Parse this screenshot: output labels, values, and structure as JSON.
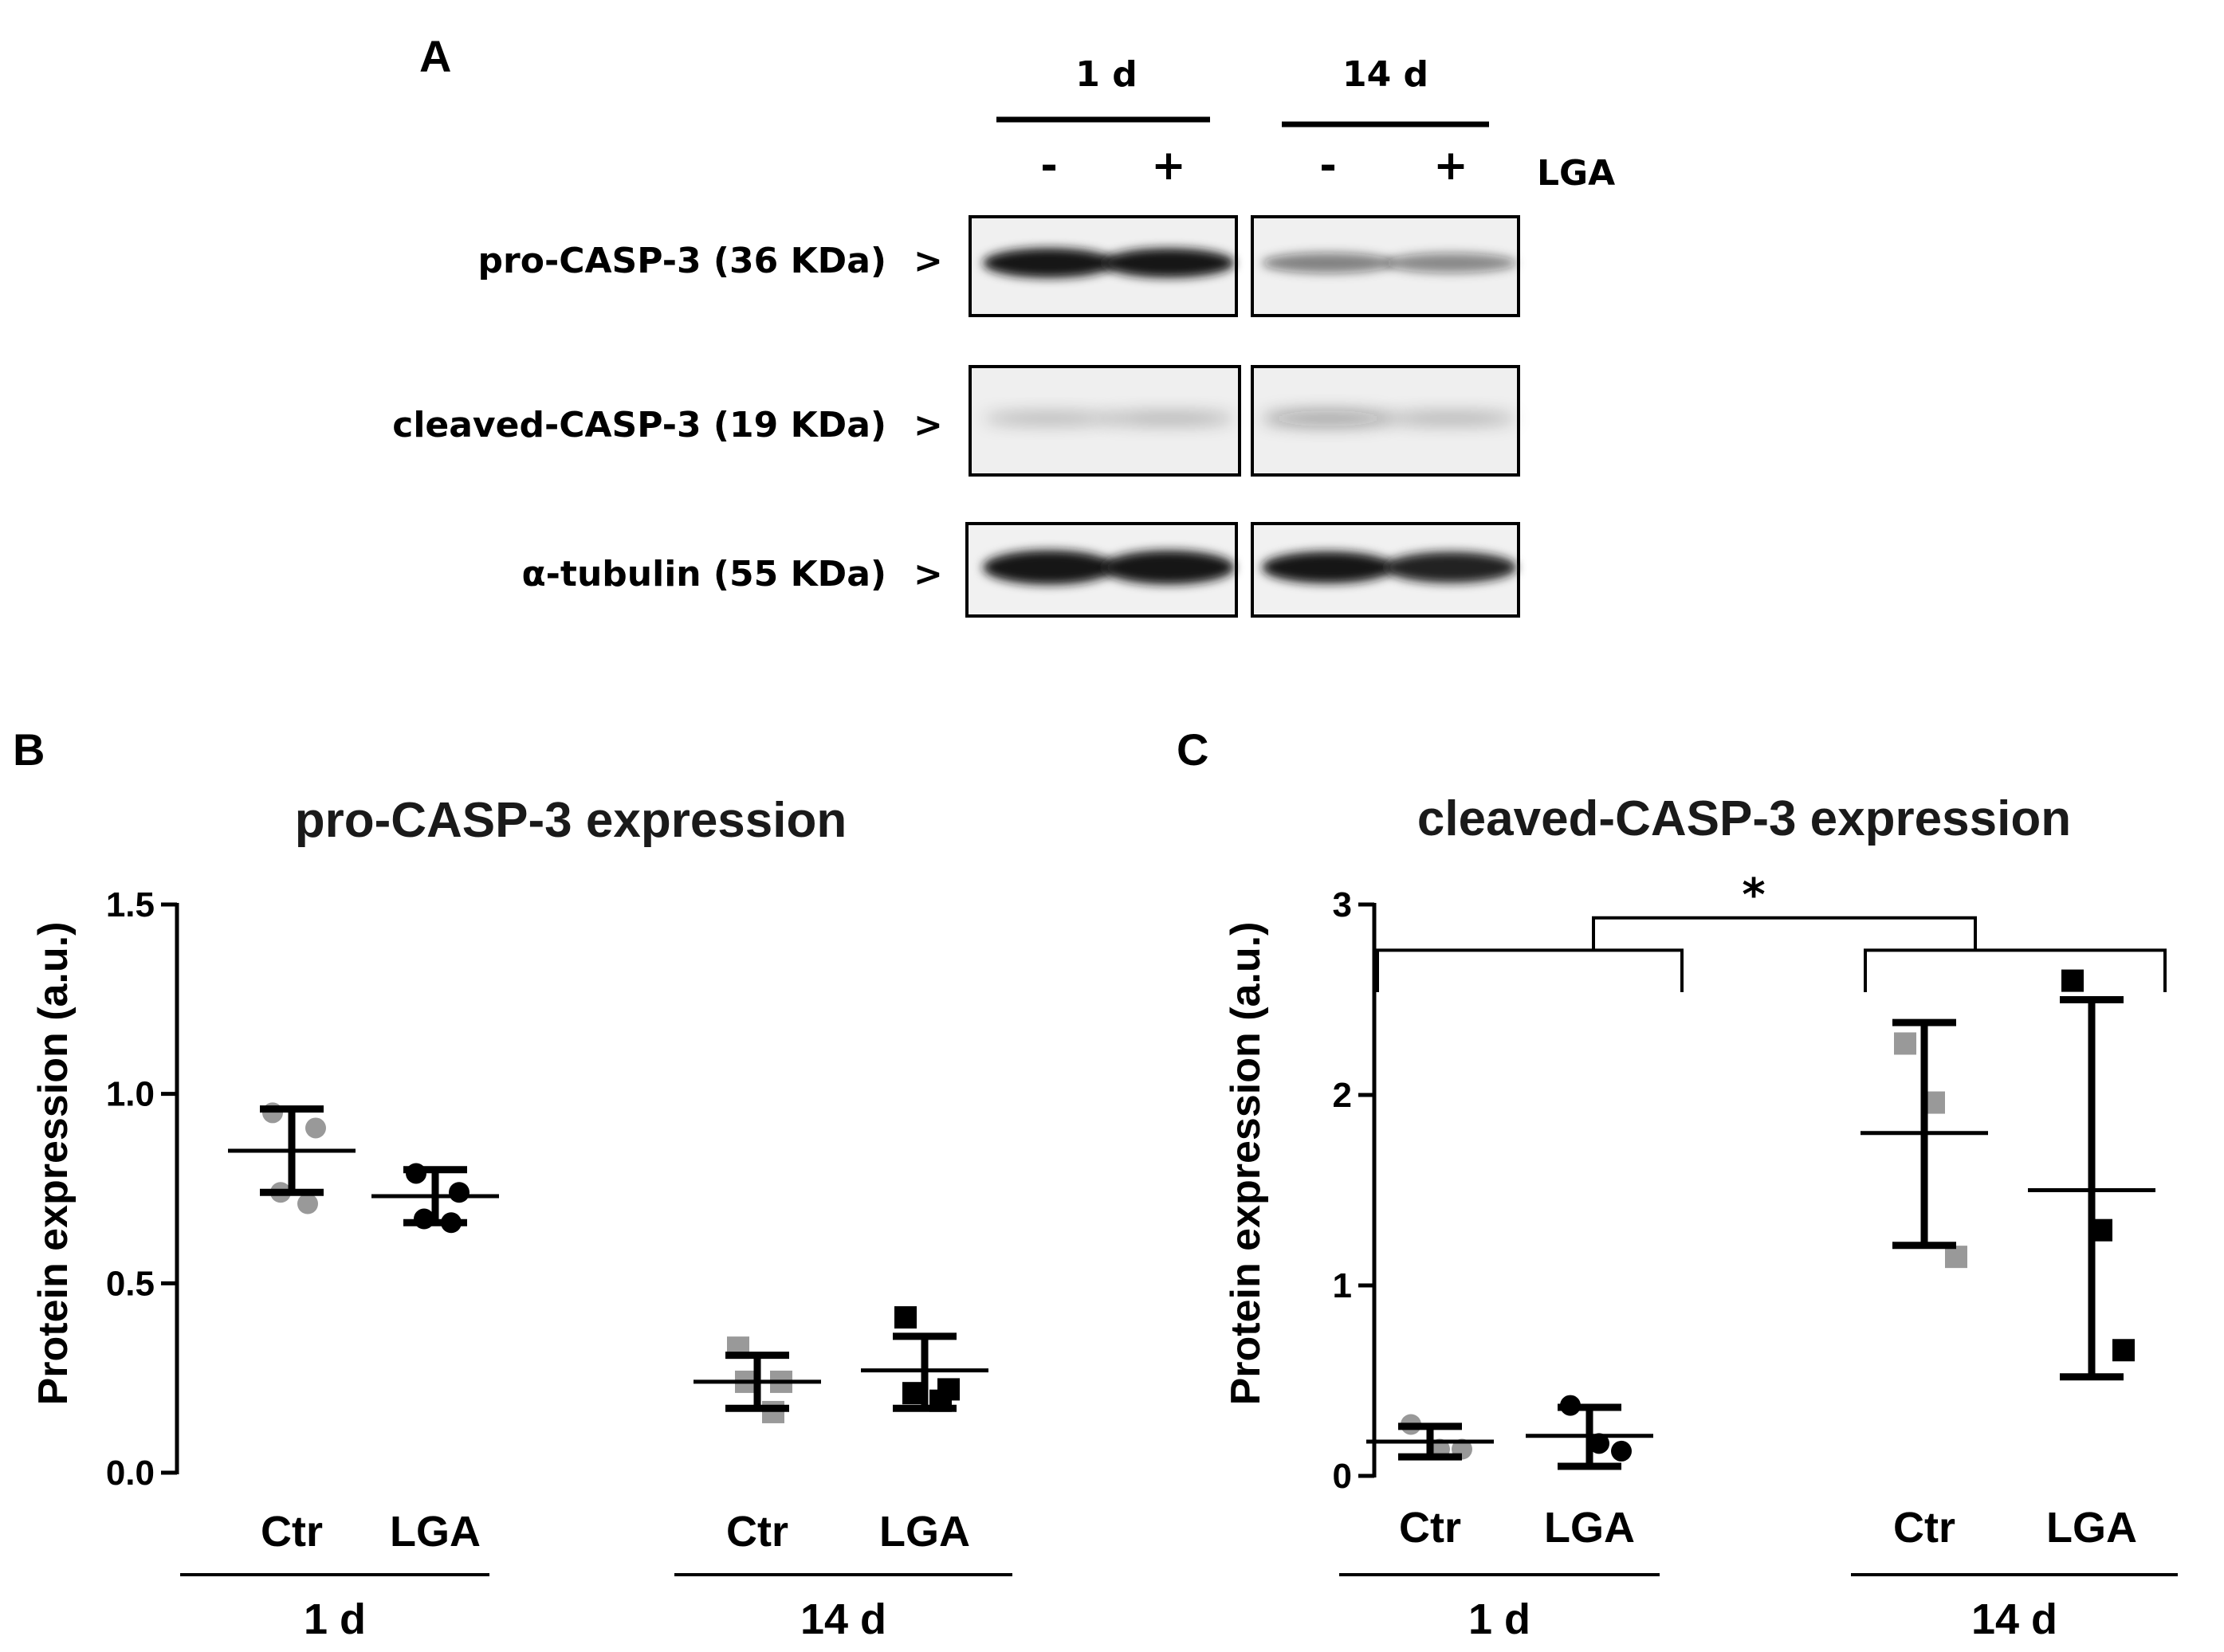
{
  "panel_labels": {
    "a": "A",
    "b": "B",
    "c": "C"
  },
  "blot": {
    "times": [
      "1 d",
      "14 d"
    ],
    "treatment_signs": [
      "-",
      "+",
      "-",
      "+"
    ],
    "treatment_label": "LGA",
    "rows": [
      {
        "label": "pro-CASP-3 (36 KDa)",
        "marker": ">",
        "intensity": [
          0.92,
          0.9,
          0.35,
          0.32
        ]
      },
      {
        "label": "cleaved-CASP-3 (19 KDa)",
        "marker": ">",
        "intensity": [
          0.08,
          0.1,
          0.22,
          0.1
        ]
      },
      {
        "label": "α-tubulin (55 KDa)",
        "marker": ">",
        "intensity": [
          0.98,
          0.96,
          0.85,
          0.8
        ]
      }
    ]
  },
  "colors": {
    "ctr": "#999999",
    "lga": "#000000",
    "band": "#151515"
  },
  "chart_data": [
    {
      "type": "scatter",
      "title": "pro-CASP-3 expression",
      "ylabel": "Protein expression (a.u.)",
      "ylim": [
        0,
        1.5
      ],
      "yticks": [
        "0.0",
        "0.5",
        "1.0",
        "1.5"
      ],
      "groups": [
        "1 d",
        "14 d"
      ],
      "categories": [
        "Ctr",
        "LGA",
        "Ctr",
        "LGA"
      ],
      "series": [
        {
          "category": "Ctr",
          "group": "1 d",
          "marker": "circle",
          "color": "#999999",
          "points": [
            0.95,
            0.91,
            0.74,
            0.71
          ],
          "mean": 0.85,
          "sd_high": 0.96,
          "sd_low": 0.74
        },
        {
          "category": "LGA",
          "group": "1 d",
          "marker": "circle",
          "color": "#000000",
          "points": [
            0.79,
            0.74,
            0.67,
            0.66
          ],
          "mean": 0.73,
          "sd_high": 0.8,
          "sd_low": 0.66
        },
        {
          "category": "Ctr",
          "group": "14 d",
          "marker": "square",
          "color": "#999999",
          "points": [
            0.33,
            0.24,
            0.24,
            0.16
          ],
          "mean": 0.24,
          "sd_high": 0.31,
          "sd_low": 0.17
        },
        {
          "category": "LGA",
          "group": "14 d",
          "marker": "square",
          "color": "#000000",
          "points": [
            0.41,
            0.22,
            0.21,
            0.19
          ],
          "mean": 0.27,
          "sd_high": 0.36,
          "sd_low": 0.17
        }
      ]
    },
    {
      "type": "scatter",
      "title": "cleaved-CASP-3 expression",
      "ylabel": "Protein expression (a.u.)",
      "ylim": [
        0,
        3
      ],
      "yticks": [
        "0",
        "1",
        "2",
        "3"
      ],
      "groups": [
        "1 d",
        "14 d"
      ],
      "categories": [
        "Ctr",
        "LGA",
        "Ctr",
        "LGA"
      ],
      "significance": "*",
      "series": [
        {
          "category": "Ctr",
          "group": "1 d",
          "marker": "circle",
          "color": "#999999",
          "points": [
            0.27,
            0.14,
            0.14
          ],
          "mean": 0.18,
          "sd_high": 0.26,
          "sd_low": 0.1
        },
        {
          "category": "LGA",
          "group": "1 d",
          "marker": "circle",
          "color": "#000000",
          "points": [
            0.37,
            0.17,
            0.13
          ],
          "mean": 0.21,
          "sd_high": 0.36,
          "sd_low": 0.05
        },
        {
          "category": "Ctr",
          "group": "14 d",
          "marker": "square",
          "color": "#999999",
          "points": [
            2.27,
            1.96,
            1.15
          ],
          "mean": 1.8,
          "sd_high": 2.38,
          "sd_low": 1.21
        },
        {
          "category": "LGA",
          "group": "14 d",
          "marker": "square",
          "color": "#000000",
          "points": [
            2.6,
            1.29,
            0.66
          ],
          "mean": 1.5,
          "sd_high": 2.5,
          "sd_low": 0.52
        }
      ]
    }
  ]
}
